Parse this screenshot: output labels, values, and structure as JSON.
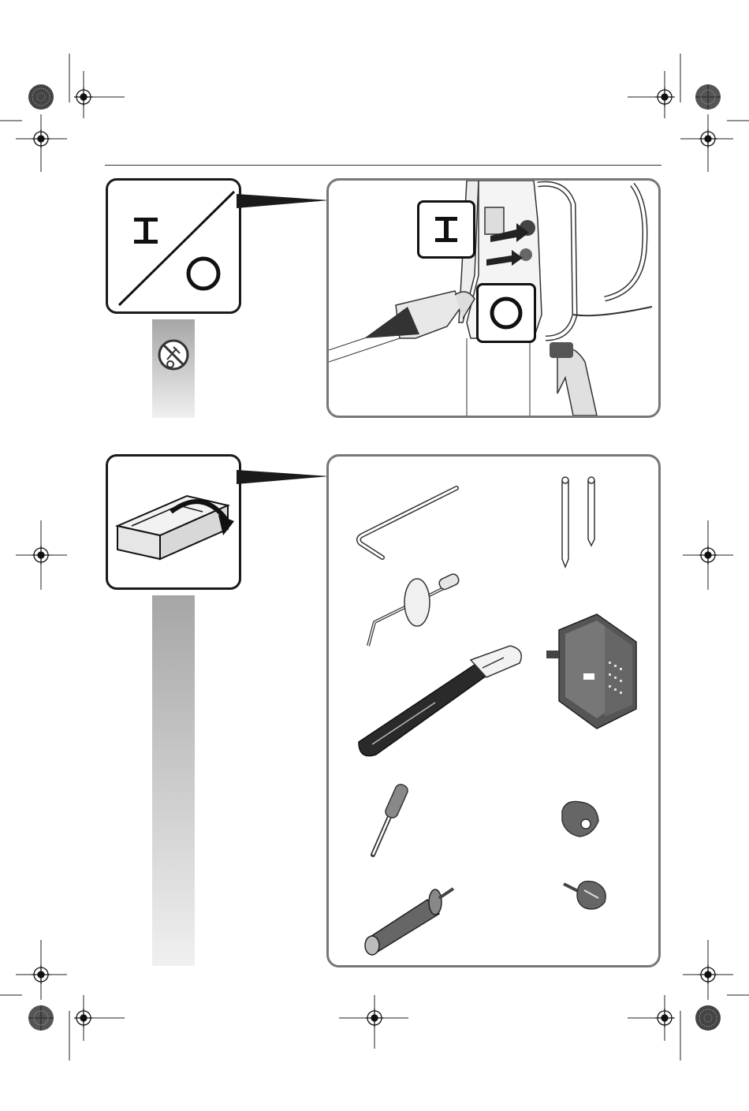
{
  "page": {
    "background": "#ffffff",
    "frame_color": "#555555",
    "gray_bar_top": "#a6a6a6",
    "gray_bar_bottom": "#ededed"
  },
  "step1": {
    "symbol_on": "I",
    "symbol_off": "O",
    "callout_on": "I",
    "callout_off": "O",
    "prohibition_icon": "no-power-plug-icon"
  },
  "step2": {
    "unbox_icon": "open-box-arrow-icon",
    "parts": [
      "allen-key-icon",
      "pins-icon",
      "wire-hook-with-disc-icon",
      "tool-holder-bracket-icon",
      "strap-with-clip-icon",
      "screwdriver-icon",
      "grommet-knob-icon",
      "wall-plug-anchor-icon",
      "thumb-screw-icon"
    ]
  }
}
